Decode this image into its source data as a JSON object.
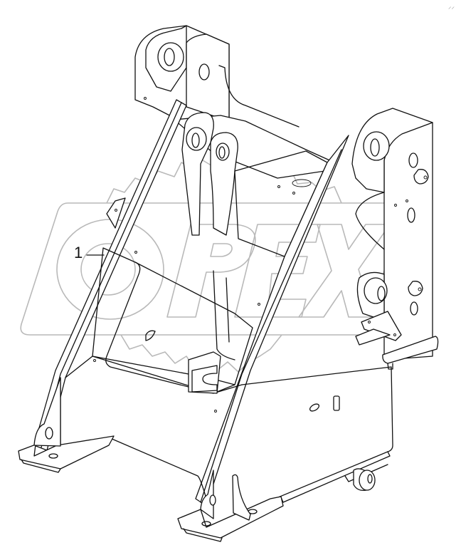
{
  "diagram": {
    "subject": "loader front frame assembly (isometric line drawing)",
    "callouts": [
      {
        "number": "1",
        "target": "frame-left-rail"
      }
    ],
    "watermark": {
      "text": "OPEX",
      "style": "outlined gray letters over gear silhouette",
      "color": "#b9b9b9"
    },
    "corner_mark": "⸝⸝",
    "colors": {
      "line": "#111111",
      "background": "#ffffff",
      "watermark": "#b9b9b9"
    }
  }
}
